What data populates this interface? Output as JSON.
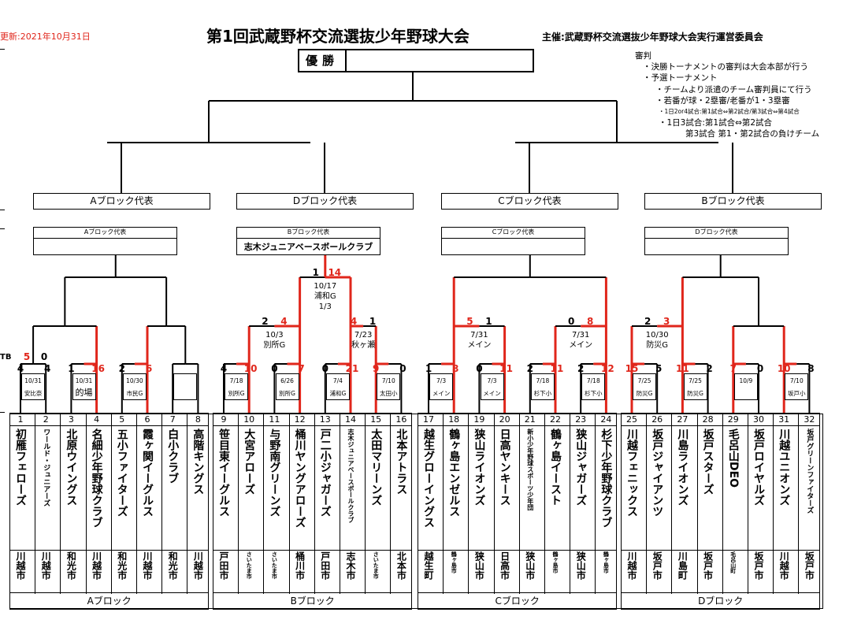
{
  "header": {
    "updated": "更新:2021年10月31日",
    "title": "第1回武蔵野杯交流選抜少年野球大会",
    "organizer": "主催:武蔵野杯交流選抜少年野球大会実行運営委員会"
  },
  "champion": {
    "label": "優勝",
    "name": ""
  },
  "notes": [
    "審判",
    "・決勝トーナメントの審判は大会本部が行う",
    "・予選トーナメント",
    "・チームより派遣のチーム審判員にて行う",
    "・若番が球・2塁審/老番が1・3塁審",
    "・1日2or4試合:第1試合⇔第2試合/第3試合⇔第4試合",
    "・1日3試合:第1試合⇔第2試合",
    "第3試合 第1・第2試合の負けチーム"
  ],
  "representatives": [
    "Aブロック代表",
    "Dブロック代表",
    "Cブロック代表",
    "Bブロック代表"
  ],
  "block_winners": [
    {
      "header": "Aブロック代表",
      "value": ""
    },
    {
      "header": "Bブロック代表",
      "value": "志木ジュニアベースボールクラブ"
    },
    {
      "header": "Cブロック代表",
      "value": ""
    },
    {
      "header": "Dブロック代表",
      "value": ""
    }
  ],
  "tb_label": "TB",
  "teams": [
    {
      "num": "1",
      "name": "初雁フェローズ",
      "city": "川越市"
    },
    {
      "num": "2",
      "name": "ワールド・ジュニアーズ",
      "city": "川越市"
    },
    {
      "num": "3",
      "name": "北原ウイングス",
      "city": "和光市"
    },
    {
      "num": "4",
      "name": "名細少年野球クラブ",
      "city": "川越市"
    },
    {
      "num": "5",
      "name": "五小ファイターズ",
      "city": "和光市"
    },
    {
      "num": "6",
      "name": "霞ヶ関イーグルス",
      "city": "川越市"
    },
    {
      "num": "7",
      "name": "白小クラブ",
      "city": "和光市"
    },
    {
      "num": "8",
      "name": "高階キングス",
      "city": "川越市"
    },
    {
      "num": "9",
      "name": "笹目東イーグルス",
      "city": "戸田市"
    },
    {
      "num": "10",
      "name": "大宮アローズ",
      "city": "さいたま市"
    },
    {
      "num": "11",
      "name": "与野南グリーンズ",
      "city": "さいたま市"
    },
    {
      "num": "12",
      "name": "桶川ヤングアローズ",
      "city": "桶川市"
    },
    {
      "num": "13",
      "name": "戸二小ジャガーズ",
      "city": "戸田市"
    },
    {
      "num": "14",
      "name": "志木ジュニアベースボールクラブ",
      "city": "志木市"
    },
    {
      "num": "15",
      "name": "太田マリーンズ",
      "city": "さいたま市"
    },
    {
      "num": "16",
      "name": "北本アトラス",
      "city": "北本市"
    },
    {
      "num": "17",
      "name": "越生グローイングス",
      "city": "越生町"
    },
    {
      "num": "18",
      "name": "鶴ヶ島エンゼルス",
      "city": "鶴ヶ島市"
    },
    {
      "num": "19",
      "name": "狭山ライオンズ",
      "city": "狭山市"
    },
    {
      "num": "20",
      "name": "日高ヤンキース",
      "city": "日高市"
    },
    {
      "num": "21",
      "name": "新小少年野球スポーツ少年団",
      "city": "狭山市"
    },
    {
      "num": "22",
      "name": "鶴ヶ島イースト",
      "city": "鶴ヶ島市"
    },
    {
      "num": "23",
      "name": "狭山ジャガーズ",
      "city": "狭山市"
    },
    {
      "num": "24",
      "name": "杉下少年野球クラブ",
      "city": "鶴ヶ島市"
    },
    {
      "num": "25",
      "name": "川越フェニックス",
      "city": "川越市"
    },
    {
      "num": "26",
      "name": "坂戸ジャイアンツ",
      "city": "坂戸市"
    },
    {
      "num": "27",
      "name": "川島ライオンズ",
      "city": "川島町"
    },
    {
      "num": "28",
      "name": "坂戸スターズ",
      "city": "坂戸市"
    },
    {
      "num": "29",
      "name": "毛呂山DEO",
      "city": "毛呂山町"
    },
    {
      "num": "30",
      "name": "坂戸ロイヤルズ",
      "city": "坂戸市"
    },
    {
      "num": "31",
      "name": "川越ユニオンズ",
      "city": "川越市"
    },
    {
      "num": "32",
      "name": "坂戸グリーンファイターズ",
      "city": "坂戸市"
    }
  ],
  "first_round": [
    {
      "date": "10/31",
      "venue": "安比奈",
      "l": "4",
      "r": "4",
      "lred": false,
      "rred": false
    },
    {
      "date": "10/31",
      "venue": "的場",
      "l": "1",
      "r": "16",
      "lred": false,
      "rred": true
    },
    {
      "date": "10/30",
      "venue": "市民G",
      "l": "2",
      "r": "6",
      "lred": false,
      "rred": true
    },
    {
      "date": "",
      "venue": "",
      "l": "",
      "r": "",
      "lred": false,
      "rred": false
    },
    {
      "date": "7/18",
      "venue": "別所G",
      "l": "4",
      "r": "10",
      "lred": false,
      "rred": true
    },
    {
      "date": "6/26",
      "venue": "別所G",
      "l": "0",
      "r": "7",
      "lred": false,
      "rred": true
    },
    {
      "date": "7/4",
      "venue": "浦和G",
      "l": "0",
      "r": "21",
      "lred": false,
      "rred": true
    },
    {
      "date": "7/10",
      "venue": "太田小",
      "l": "9",
      "r": "0",
      "lred": true,
      "rred": false
    },
    {
      "date": "7/3",
      "venue": "メイン",
      "l": "1",
      "r": "8",
      "lred": false,
      "rred": true
    },
    {
      "date": "7/3",
      "venue": "メイン",
      "l": "0",
      "r": "11",
      "lred": false,
      "rred": true
    },
    {
      "date": "7/18",
      "venue": "杉下小",
      "l": "2",
      "r": "11",
      "lred": false,
      "rred": true
    },
    {
      "date": "7/18",
      "venue": "杉下小",
      "l": "2",
      "r": "12",
      "lred": false,
      "rred": true
    },
    {
      "date": "7/25",
      "venue": "防災G",
      "l": "15",
      "r": "5",
      "lred": true,
      "rred": false
    },
    {
      "date": "7/25",
      "venue": "防災G",
      "l": "11",
      "r": "2",
      "lred": true,
      "rred": false
    },
    {
      "date": "10/9",
      "venue": "",
      "l": "7",
      "r": "0",
      "lred": true,
      "rred": false
    },
    {
      "date": "7/10",
      "venue": "坂戸小",
      "l": "10",
      "r": "8",
      "lred": true,
      "rred": false
    }
  ],
  "tb_score": {
    "l": "5",
    "r": "0"
  },
  "second_round": [
    {
      "date": "",
      "venue": "",
      "l": "",
      "r": ""
    },
    {
      "date": "",
      "venue": "",
      "l": "",
      "r": ""
    },
    {
      "date": "10/3",
      "venue": "別所G",
      "l": "2",
      "r": "4"
    },
    {
      "date": "7/23",
      "venue": "秋ヶ瀬",
      "l": "4",
      "r": "1"
    },
    {
      "date": "7/31",
      "venue": "メイン",
      "l": "5",
      "r": "1"
    },
    {
      "date": "7/31",
      "venue": "メイン",
      "l": "0",
      "r": "8"
    },
    {
      "date": "10/30",
      "venue": "防災G",
      "l": "2",
      "r": "3"
    },
    {
      "date": "",
      "venue": "",
      "l": "",
      "r": ""
    }
  ],
  "third_round": [
    {
      "date": "",
      "venue": "",
      "extra": "",
      "l": "",
      "r": ""
    },
    {
      "date": "10/17",
      "venue": "浦和G",
      "extra": "1/3",
      "l": "1",
      "r": "14"
    },
    {
      "date": "",
      "venue": "",
      "extra": "",
      "l": "",
      "r": ""
    },
    {
      "date": "",
      "venue": "",
      "extra": "",
      "l": "",
      "r": ""
    }
  ],
  "block_labels": [
    "Aブロック",
    "Bブロック",
    "Cブロック",
    "Dブロック"
  ],
  "colors": {
    "win_line": "#e0261b",
    "line": "#000000"
  }
}
